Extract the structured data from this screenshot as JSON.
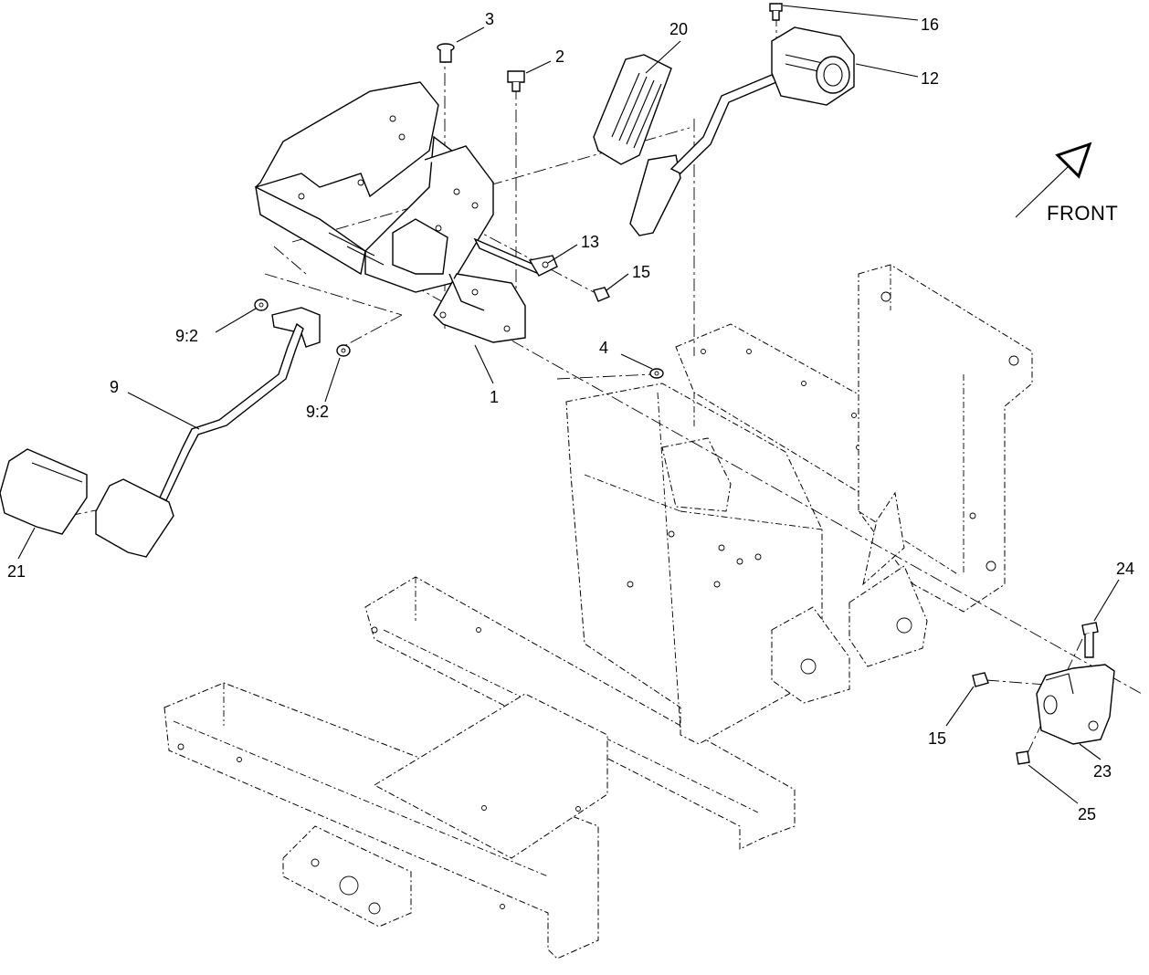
{
  "direction_label": "FRONT",
  "callouts": [
    {
      "id": "c3",
      "label": "3"
    },
    {
      "id": "c2",
      "label": "2"
    },
    {
      "id": "c20",
      "label": "20"
    },
    {
      "id": "c16",
      "label": "16"
    },
    {
      "id": "c12",
      "label": "12"
    },
    {
      "id": "c13",
      "label": "13"
    },
    {
      "id": "c15a",
      "label": "15"
    },
    {
      "id": "c4",
      "label": "4"
    },
    {
      "id": "c1",
      "label": "1"
    },
    {
      "id": "c92a",
      "label": "9:2"
    },
    {
      "id": "c92b",
      "label": "9:2"
    },
    {
      "id": "c9",
      "label": "9"
    },
    {
      "id": "c21",
      "label": "21"
    },
    {
      "id": "c24",
      "label": "24"
    },
    {
      "id": "c15b",
      "label": "15"
    },
    {
      "id": "c23",
      "label": "23"
    },
    {
      "id": "c25",
      "label": "25"
    }
  ]
}
